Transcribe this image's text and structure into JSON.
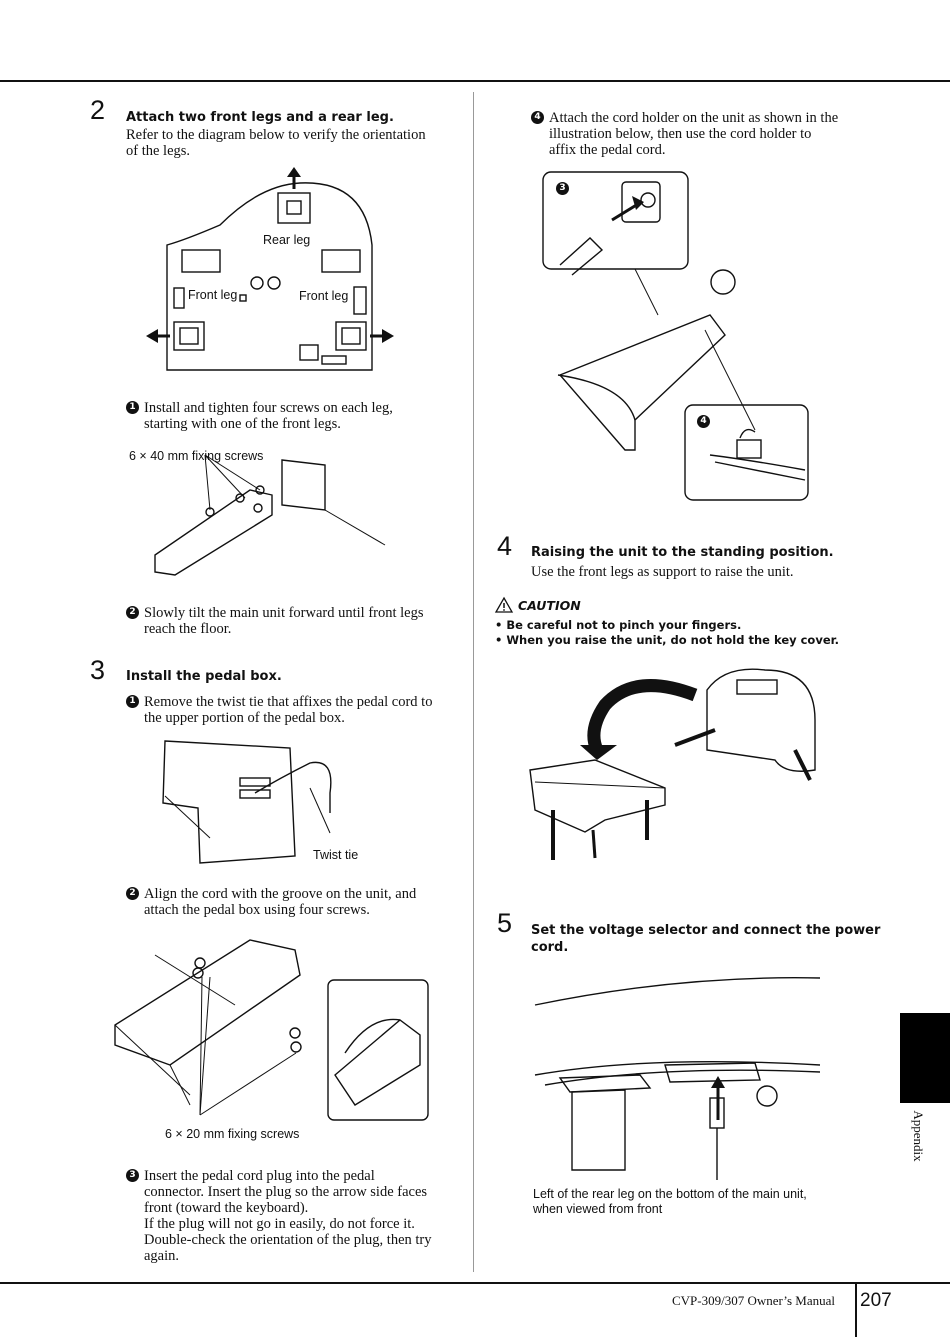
{
  "left": {
    "step2": {
      "number": "2",
      "heading": "Attach two front legs and a rear leg.",
      "intro": [
        "Refer to the diagram below to verify the orientation",
        "of the legs."
      ],
      "diagram_labels": {
        "rear_leg": "Rear leg",
        "front_leg_left": "Front leg",
        "front_leg_right": "Front leg"
      },
      "sub1_marker": "1",
      "sub1": [
        "Install and tighten four screws on each leg,",
        "starting with one of the front legs."
      ],
      "screws_caption": "6 × 40 mm fixing screws",
      "sub2_marker": "2",
      "sub2": [
        "Slowly tilt the main unit forward until front legs",
        "reach the floor."
      ]
    },
    "step3": {
      "number": "3",
      "heading": "Install the pedal box.",
      "sub1_marker": "1",
      "sub1": [
        "Remove the twist tie that affixes the pedal cord to",
        "the upper portion of the pedal box."
      ],
      "twist_caption": "Twist tie",
      "sub2_marker": "2",
      "sub2": [
        "Align the cord with the groove on the unit, and",
        "attach the pedal box using four screws."
      ],
      "screws_caption": "6 × 20 mm fixing screws",
      "sub3_marker": "3",
      "sub3": [
        "Insert the pedal cord plug into the pedal",
        "connector. Insert the plug so the arrow side faces",
        "front (toward the keyboard).",
        "If the plug will not go in easily, do not force it.",
        "Double-check the orientation of the plug, then try",
        "again."
      ]
    }
  },
  "right": {
    "step3_cont": {
      "sub4_marker": "4",
      "sub4": [
        "Attach the cord holder on the unit as shown in the",
        "illustration below, then use the cord holder to",
        "affix the pedal cord."
      ],
      "callout_a": "3",
      "callout_b": "4"
    },
    "step4": {
      "number": "4",
      "heading": "Raising the unit to the standing position.",
      "body": "Use the front legs as support to raise the unit.",
      "caution_title": "CAUTION",
      "bullets": [
        "• Be careful not to pinch your fingers.",
        "• When you raise the unit, do not hold the key cover."
      ]
    },
    "step5": {
      "number": "5",
      "heading": [
        "Set the voltage selector and connect the power",
        "cord."
      ],
      "caption": [
        "Left of the rear leg on the bottom of the main unit,",
        "when viewed from front"
      ]
    }
  },
  "side_tab": {
    "label": "Appendix"
  },
  "footer": {
    "manual": "CVP-309/307 Owner’s Manual",
    "page": "207"
  }
}
